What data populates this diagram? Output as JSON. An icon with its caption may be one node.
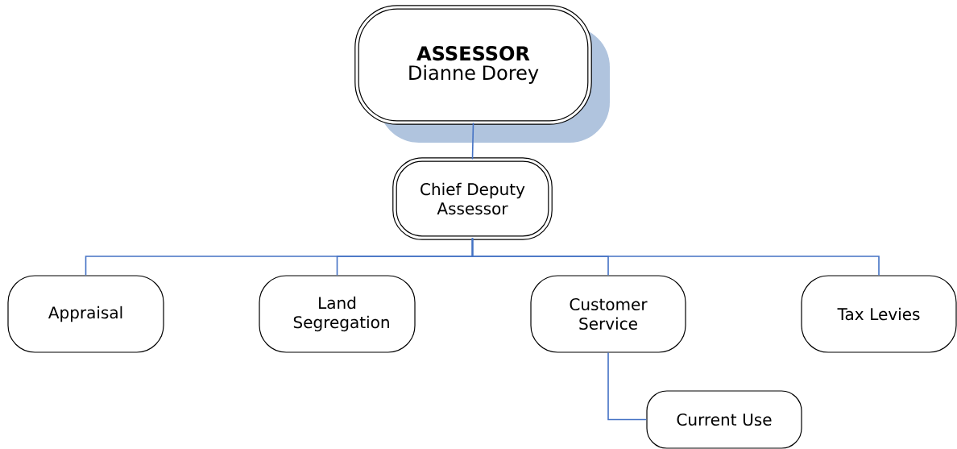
{
  "diagram": {
    "nodes": [
      {
        "text": [
          "ASSESSOR",
          "Dianne Dorey"
        ]
      },
      {
        "text": [
          "Chief Deputy Assessor"
        ]
      },
      {
        "text": [
          "Appraisal"
        ]
      },
      {
        "text": [
          "Land Segregation"
        ]
      },
      {
        "text": [
          "Customer Service"
        ]
      },
      {
        "text": [
          "Tax Levies"
        ]
      },
      {
        "text": [
          "Current Use"
        ]
      }
    ],
    "edges": [
      {
        "from": 0,
        "to": 1,
        "arrow": "none"
      },
      {
        "from": 1,
        "to": 2,
        "arrow": "none"
      },
      {
        "from": 1,
        "to": 3,
        "arrow": "none"
      },
      {
        "from": 1,
        "to": 4,
        "arrow": "none"
      },
      {
        "from": 1,
        "to": 5,
        "arrow": "none"
      },
      {
        "from": 4,
        "to": 6,
        "arrow": "none"
      }
    ]
  }
}
